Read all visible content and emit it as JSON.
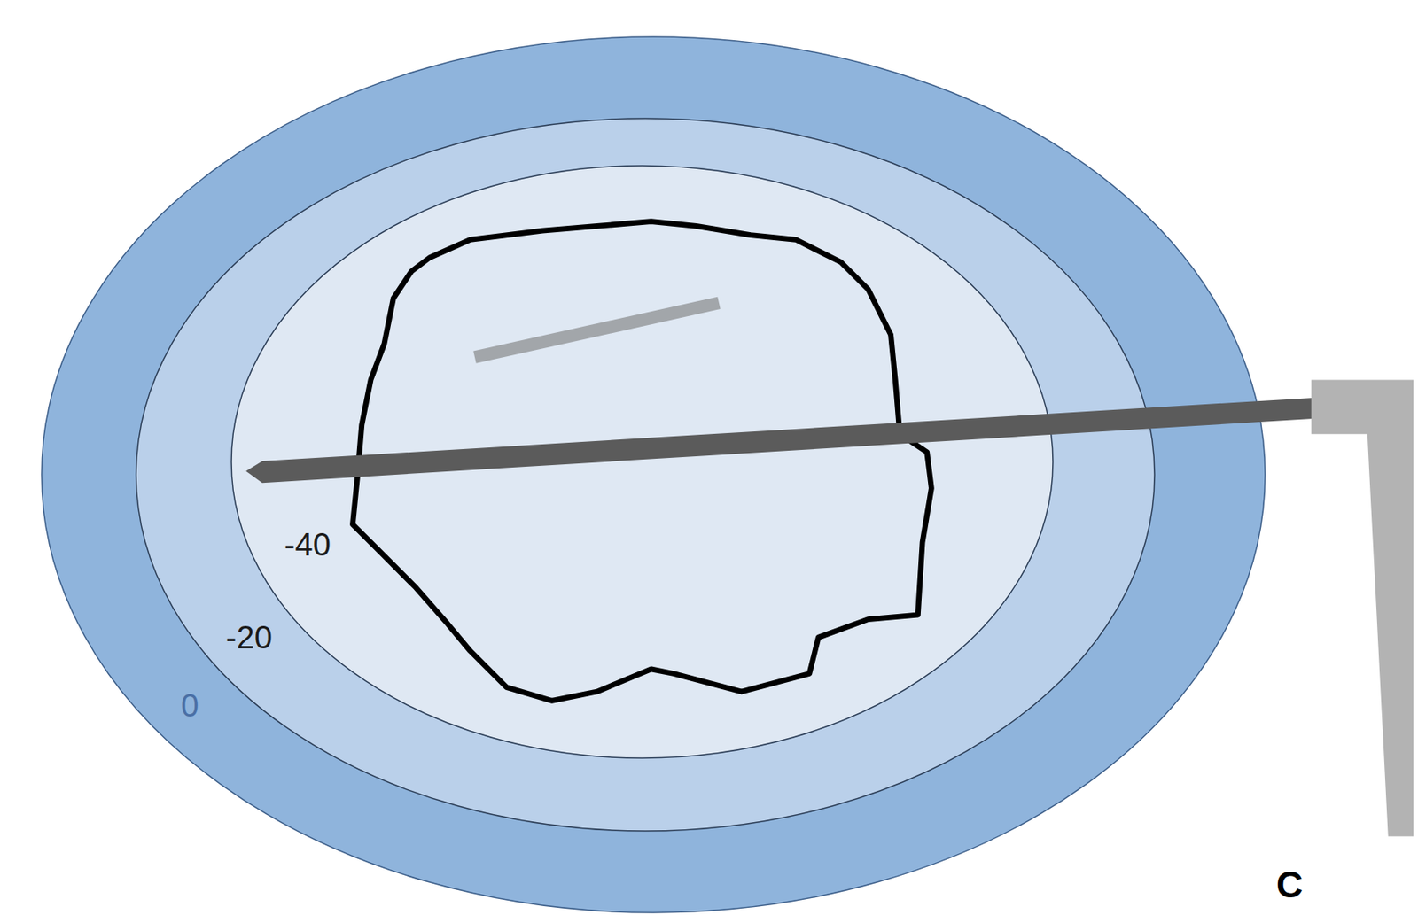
{
  "diagram": {
    "nodes": [
      {
        "text": [
          "0"
        ]
      },
      {
        "text": [
          "-20"
        ],
        "in": 0
      },
      {
        "text": [
          "-40"
        ],
        "in": 1
      }
    ],
    "labels": [
      "C"
    ]
  }
}
